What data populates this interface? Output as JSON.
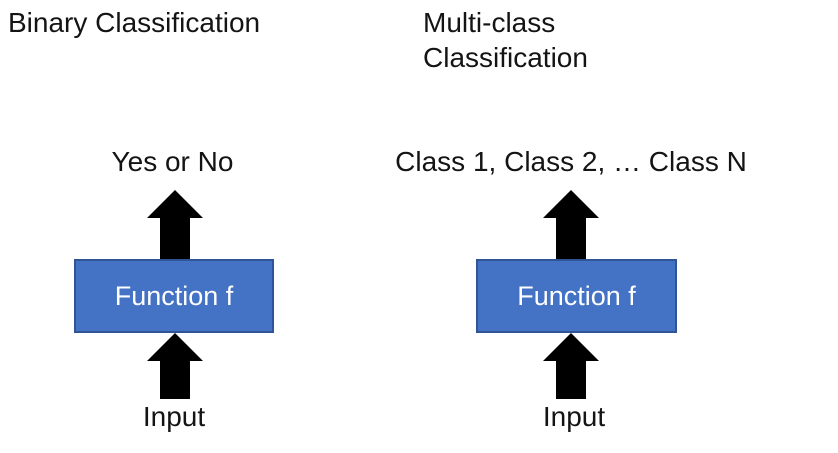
{
  "diagram": {
    "left": {
      "title": "Binary Classification",
      "output_label": "Yes or No",
      "box_label": "Function f",
      "input_label": "Input"
    },
    "right": {
      "title_line1": "Multi-class",
      "title_line2": "Classification",
      "output_label": "Class 1, Class 2, … Class N",
      "box_label": "Function f",
      "input_label": "Input"
    },
    "colors": {
      "box_fill": "#4472C4",
      "box_border": "#2F5597",
      "arrow": "#000000",
      "text": "#141414",
      "box_text": "#FFFFFF"
    }
  }
}
